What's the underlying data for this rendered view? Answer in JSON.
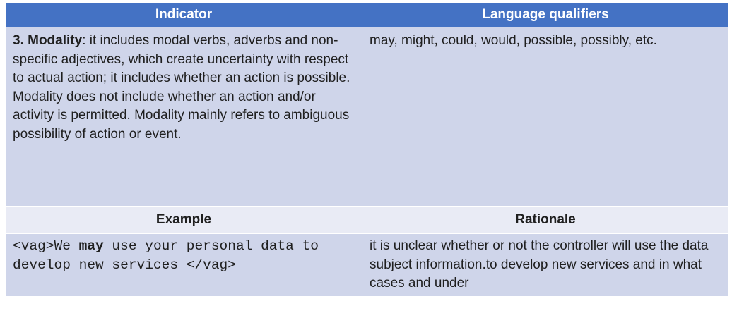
{
  "table": {
    "header": {
      "indicator": "Indicator",
      "qualifiers": "Language qualifiers"
    },
    "row1": {
      "indicator_title": "3. Modality",
      "indicator_body": ": it includes modal verbs, adverbs and non-specific adjectives, which create uncertainty with respect to actual action; it includes whether an action is possible. Modality does not include  whether an action and/or activity is permitted. Modality mainly refers to ambiguous possibility of action or event.",
      "qualifiers": "may, might,  could, would,  possible, possibly, etc."
    },
    "header2": {
      "example": "Example",
      "rationale": "Rationale"
    },
    "row2": {
      "example_prefix": "<vag>We ",
      "example_bold": "may",
      "example_suffix": " use your personal data to develop new services </vag>",
      "rationale": "it is unclear whether or not the controller will use the data subject information.to develop new services and in what cases and under"
    }
  },
  "colors": {
    "header_bg": "#4472c4",
    "header_text": "#ffffff",
    "cell_bg": "#cfd5ea",
    "subheader_bg": "#e9ebf5",
    "border": "#ffffff"
  }
}
